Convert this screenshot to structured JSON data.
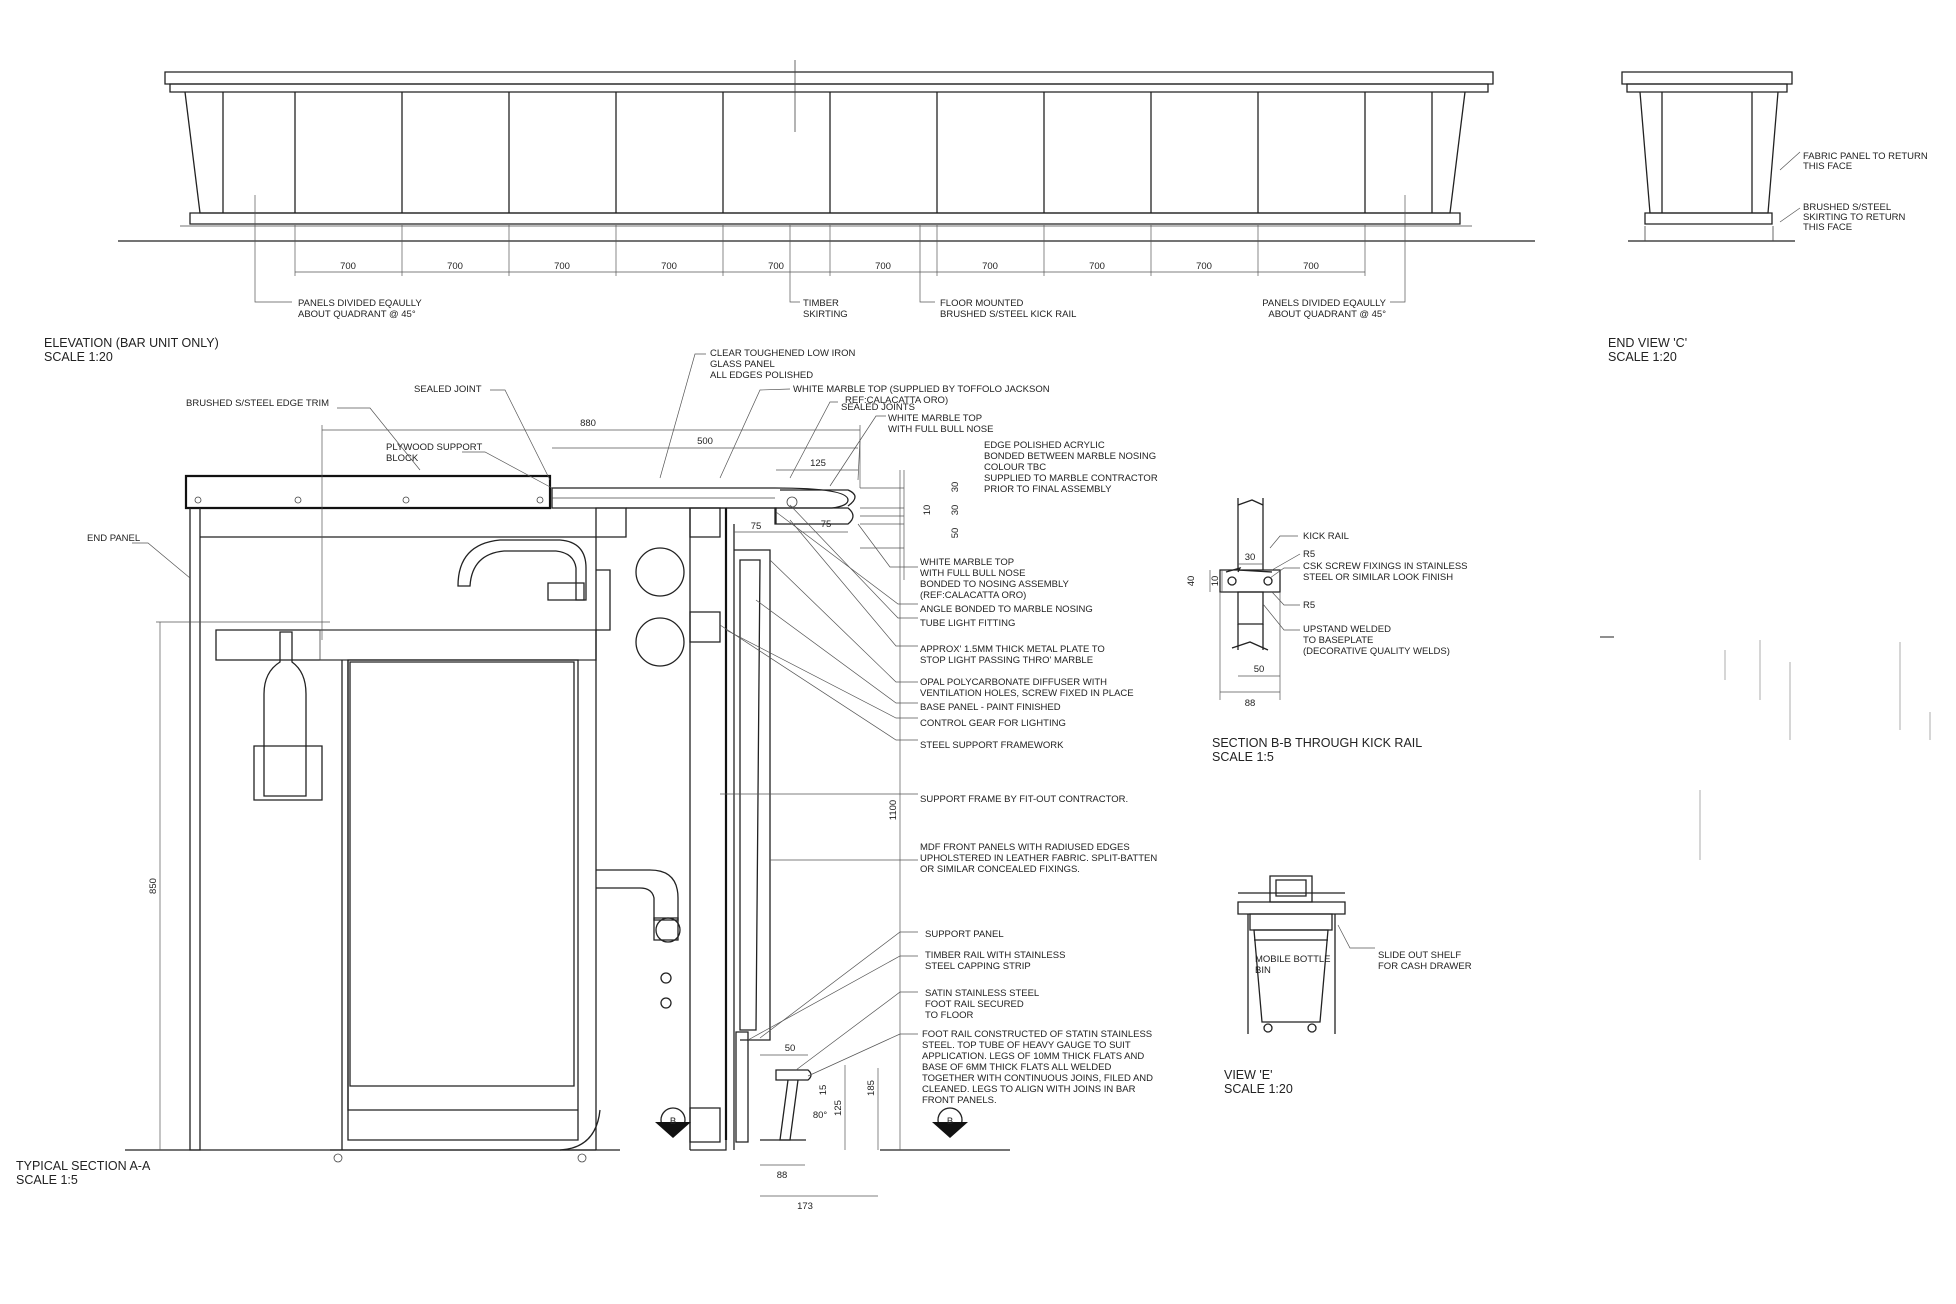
{
  "elevation": {
    "title": "ELEVATION (BAR UNIT ONLY)",
    "scale": "SCALE 1:20",
    "panel_dims": [
      "700",
      "700",
      "700",
      "700",
      "700",
      "700",
      "700",
      "700",
      "700",
      "700"
    ],
    "note_left": [
      "PANELS DIVIDED EQAULLY",
      "ABOUT QUADRANT @ 45°"
    ],
    "note_timber": [
      "TIMBER",
      "SKIRTING"
    ],
    "note_floor": [
      "FLOOR MOUNTED",
      "BRUSHED S/STEEL KICK RAIL"
    ],
    "note_right": [
      "PANELS DIVIDED EQAULLY",
      "ABOUT QUADRANT @ 45°"
    ]
  },
  "end_view": {
    "title": "END VIEW 'C'",
    "scale": "SCALE 1:20",
    "note_fabric": [
      "FABRIC PANEL TO RETURN",
      "THIS FACE"
    ],
    "note_skirting": [
      "BRUSHED S/STEEL",
      "SKIRTING TO RETURN",
      "THIS FACE"
    ]
  },
  "section_aa": {
    "title": "TYPICAL SECTION A-A",
    "scale": "SCALE 1:5",
    "labels": {
      "edge_trim": "BRUSHED S/STEEL EDGE TRIM",
      "sealed_joint": "SEALED JOINT",
      "plywood": [
        "PLYWOOD SUPPORT",
        "BLOCK"
      ],
      "end_panel": "END PANEL",
      "glass": [
        "CLEAR TOUGHENED LOW IRON",
        "GLASS PANEL",
        "ALL EDGES POLISHED"
      ],
      "marble_top": [
        "WHITE MARBLE TOP (SUPPLIED BY TOFFOLO JACKSON",
        "REF:CALACATTA ORO)"
      ],
      "sealed_joints": "SEALED JOINTS",
      "marble_bull": [
        "WHITE MARBLE TOP",
        "WITH FULL BULL NOSE"
      ],
      "acrylic": [
        "EDGE POLISHED ACRYLIC",
        "BONDED BETWEEN MARBLE NOSING",
        "COLOUR TBC",
        "SUPPLIED TO MARBLE CONTRACTOR",
        "PRIOR TO FINAL ASSEMBLY"
      ],
      "marble_bonded": [
        "WHITE MARBLE TOP",
        "WITH FULL BULL NOSE",
        "BONDED TO NOSING ASSEMBLY",
        "(REF:CALACATTA ORO)"
      ],
      "angle": "ANGLE BONDED TO MARBLE NOSING",
      "tube": "TUBE LIGHT FITTING",
      "plate": [
        "APPROX' 1.5MM THICK METAL PLATE TO",
        "STOP LIGHT PASSING THRO' MARBLE"
      ],
      "opal": [
        "OPAL POLYCARBONATE DIFFUSER WITH",
        "VENTILATION HOLES, SCREW FIXED IN PLACE"
      ],
      "base_panel": "BASE PANEL - PAINT FINISHED",
      "control_gear": "CONTROL GEAR FOR LIGHTING",
      "steel_frame": "STEEL SUPPORT FRAMEWORK",
      "support_frame": "SUPPORT FRAME BY FIT-OUT CONTRACTOR.",
      "mdf": [
        "MDF FRONT PANELS WITH RADIUSED EDGES",
        "UPHOLSTERED IN LEATHER FABRIC. SPLIT-BATTEN",
        "OR  SIMILAR CONCEALED FIXINGS."
      ],
      "support_panel": "SUPPORT PANEL",
      "timber_rail": [
        "TIMBER RAIL WITH STAINLESS",
        "STEEL CAPPING STRIP"
      ],
      "satin_rail": [
        "SATIN STAINLESS STEEL",
        "FOOT RAIL SECURED",
        "TO FLOOR"
      ],
      "foot_rail": [
        "FOOT RAIL CONSTRUCTED OF STATIN STAINLESS",
        "STEEL. TOP TUBE OF HEAVY GAUGE TO SUIT",
        "APPLICATION. LEGS OF 10MM THICK FLATS AND",
        "BASE OF 6MM THICK FLATS ALL WELDED",
        "TOGETHER WITH CONTINUOUS JOINS, FILED AND",
        "CLEANED. LEGS TO ALIGN WITH JOINS IN BAR",
        "FRONT PANELS."
      ]
    },
    "dims": {
      "d880": "880",
      "d500": "500",
      "d125": "125",
      "d30a": "30",
      "d10": "10",
      "d30b": "30",
      "d50": "50",
      "d75a": "75",
      "d75b": "75",
      "d850": "850",
      "d1100": "1100",
      "d50b": "50",
      "d15": "15",
      "d125b": "125",
      "d185": "185",
      "d80": "80°",
      "d88": "88",
      "d173": "173"
    },
    "marker": "B"
  },
  "section_bb": {
    "title": "SECTION B-B THROUGH KICK RAIL",
    "scale": "SCALE 1:5",
    "kick_rail": "KICK RAIL",
    "r5a": "R5",
    "csk": [
      "CSK SCREW FIXINGS IN STAINLESS",
      "STEEL OR SIMILAR LOOK FINISH"
    ],
    "r5b": "R5",
    "upstand": [
      "UPSTAND WELDED",
      "TO BASEPLATE",
      "(DECORATIVE QUALITY WELDS)"
    ],
    "d30": "30",
    "d40": "40",
    "d10": "10",
    "d50": "50",
    "d88": "88"
  },
  "view_e": {
    "title": "VIEW 'E'",
    "scale": "SCALE 1:20",
    "bin": [
      "MOBILE BOTTLE",
      "BIN"
    ],
    "shelf": [
      "SLIDE OUT SHELF",
      "FOR CASH DRAWER"
    ]
  }
}
